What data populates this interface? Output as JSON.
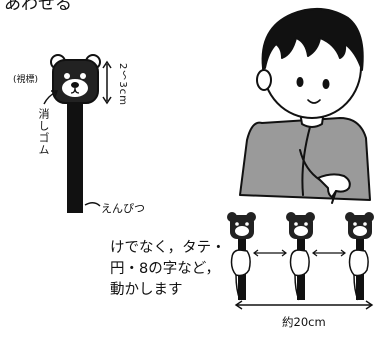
{
  "header": {
    "fragment": "あわせる"
  },
  "diagram": {
    "target_label": "(視標)",
    "size_label": "2〜3cm",
    "eraser_label": "消しゴム",
    "pencil_label": "えんぴつ"
  },
  "instructions": {
    "lines": [
      "けでなく，タテ・",
      "円・8の字など，",
      "動かします"
    ]
  },
  "figure": {
    "range_label": "約20cm"
  }
}
